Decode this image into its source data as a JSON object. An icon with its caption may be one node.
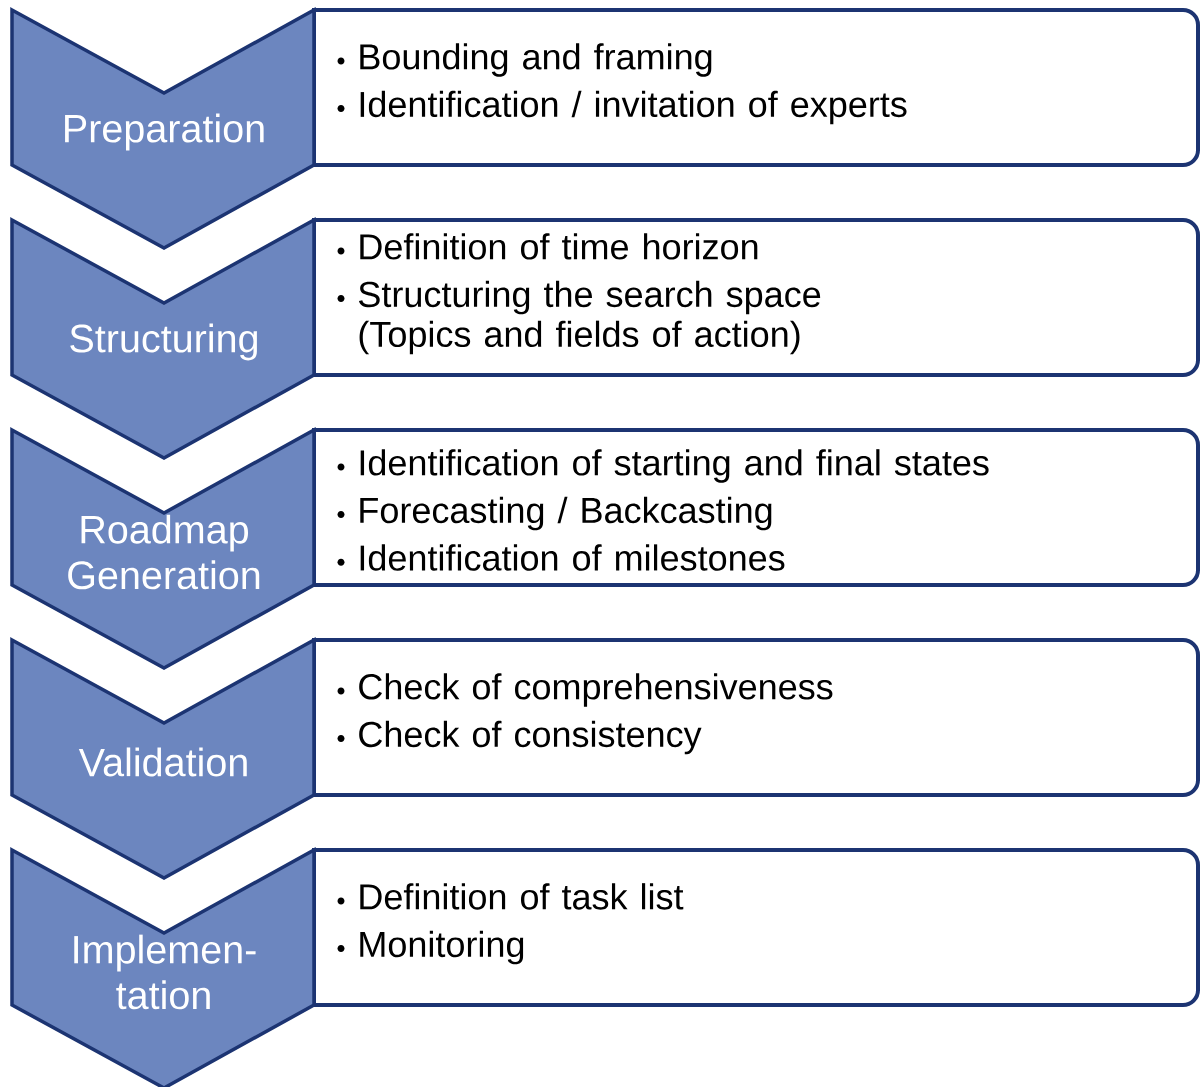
{
  "diagram": {
    "nodes": [
      {
        "text": [
          "Preparation"
        ]
      },
      {
        "text": [
          "Bounding and framing",
          "Identification / invitation of experts"
        ]
      },
      {
        "text": [
          "Structuring"
        ]
      },
      {
        "text": [
          "Definition of time horizon",
          "Structuring the search space (Topics and fields of action)"
        ]
      },
      {
        "text": [
          "Roadmap Generation"
        ]
      },
      {
        "text": [
          "Identification of starting and final states",
          "Forecasting / Backcasting",
          "Identification of milestones"
        ]
      },
      {
        "text": [
          "Validation"
        ]
      },
      {
        "text": [
          "Check of comprehensiveness",
          "Check of consistency"
        ]
      },
      {
        "text": [
          "Implemen-tation"
        ]
      },
      {
        "text": [
          "Definition of task list",
          "Monitoring"
        ]
      }
    ]
  }
}
